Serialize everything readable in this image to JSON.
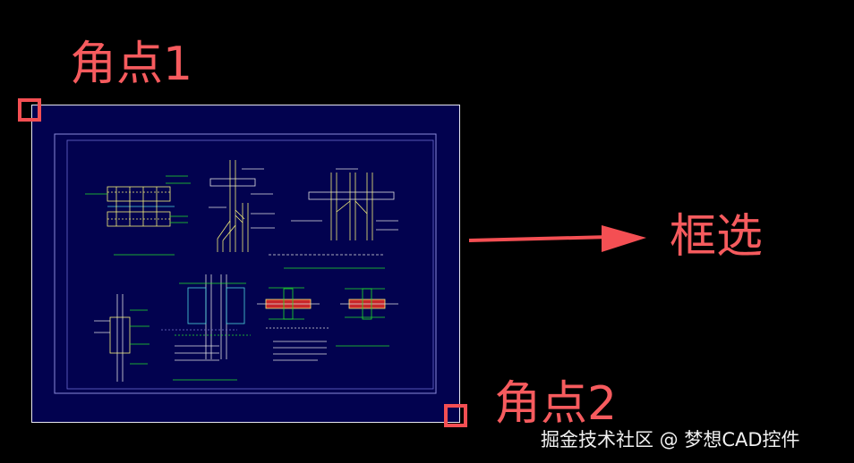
{
  "labels": {
    "corner1": "角点1",
    "corner2": "角点2",
    "box_select": "框选"
  },
  "watermark": "掘金技术社区 @ 梦想CAD控件",
  "colors": {
    "canvas_background": "#000000",
    "drawing_sheet": "#02024f",
    "annotation_red": "#f44f53",
    "cad_yellow": "#f5f07a",
    "cad_green": "#22e02a",
    "cad_cyan": "#4cd6dc"
  },
  "icons": {
    "corner_marker": "square-outline-icon",
    "arrow": "right-arrow-icon"
  }
}
